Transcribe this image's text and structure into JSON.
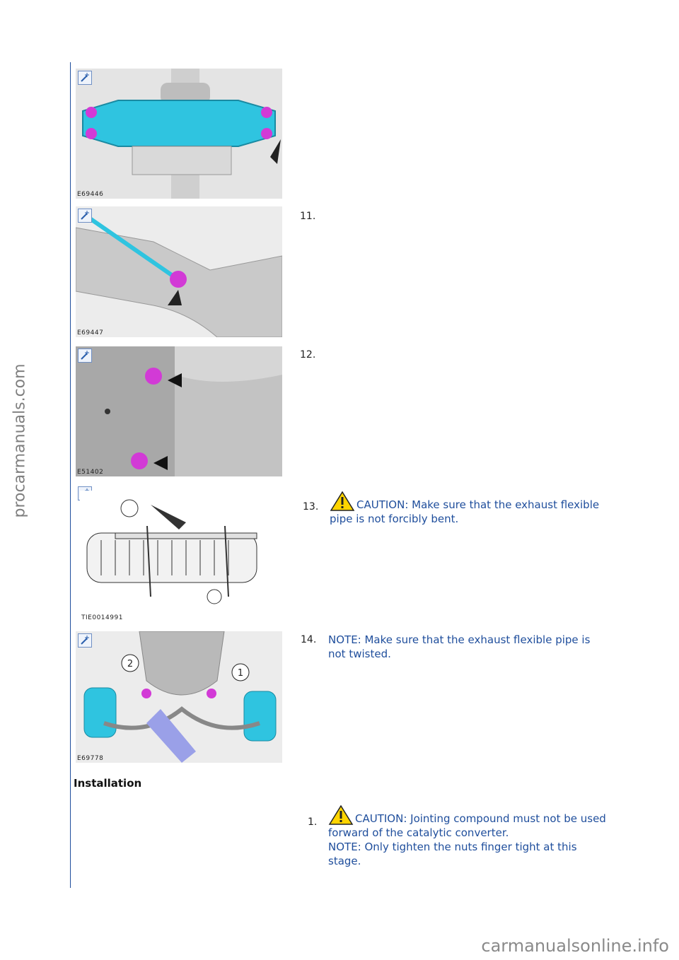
{
  "watermarks": {
    "side": "procarmanuals.com",
    "bottom": "carmanualsonline.info"
  },
  "figures": [
    {
      "code": "E69446"
    },
    {
      "code": "E69447"
    },
    {
      "code": "E51402"
    },
    {
      "code": "TIE0014991"
    },
    {
      "code": "E69778"
    }
  ],
  "steps": [
    {
      "number": "11."
    },
    {
      "number": "12."
    },
    {
      "number": "13.",
      "caution": "CAUTION: Make sure that the exhaust flexible",
      "line2": "pipe is not forcibly bent."
    },
    {
      "number": "14.",
      "line1": "NOTE: Make sure that the exhaust flexible pipe is",
      "line2": "not twisted."
    }
  ],
  "section": {
    "heading": "Installation"
  },
  "install_steps": [
    {
      "number": "1.",
      "caution": "CAUTION: Jointing compound must not be used",
      "line2": "forward of the catalytic converter.",
      "line3": "NOTE: Only tighten the nuts finger tight at this",
      "line4": "stage."
    }
  ],
  "icons": [
    "zoom-icon",
    "warning-triangle-icon"
  ],
  "colors": {
    "text_blue": "#1f4e9c",
    "highlight_cyan": "#2fc4e0",
    "highlight_magenta": "#d23ad6"
  }
}
